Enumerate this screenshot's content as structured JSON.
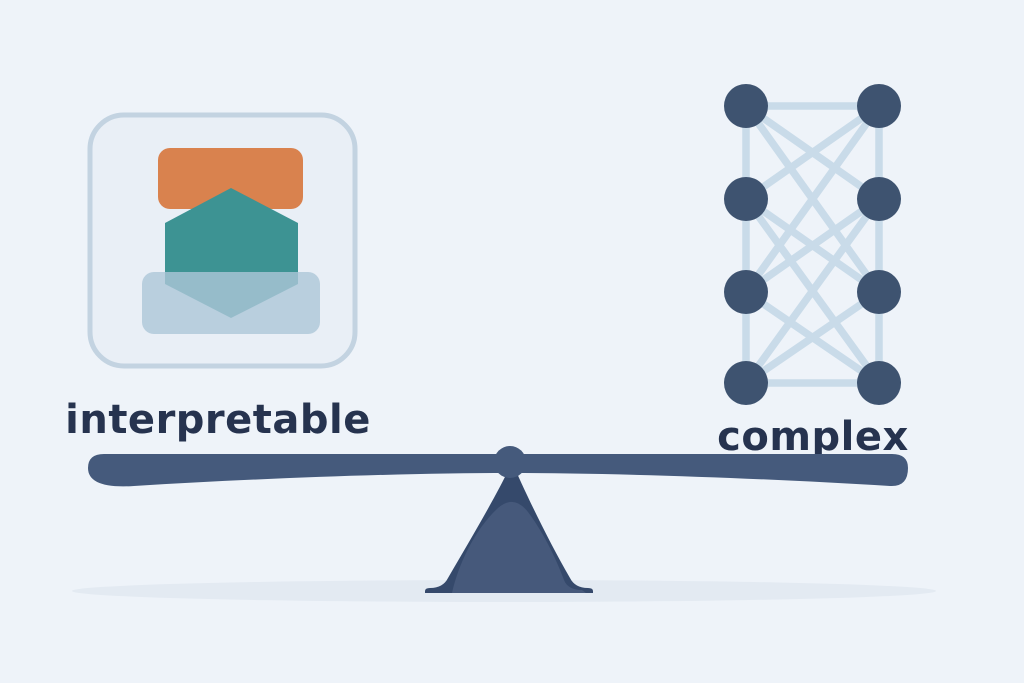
{
  "scene": {
    "title": "interpretable vs complex model balance",
    "background_color": "#eef3f9",
    "ground_shadow_color": "#e3eaf2",
    "left_side": {
      "label": "interpretable",
      "icon": "simple-model-icon",
      "card": {
        "fill": "#e9eff6",
        "border_color": "#c3d3e1"
      },
      "shapes": {
        "top_rectangle_color": "#d9824e",
        "hexagon_color": "#3d9393",
        "bottom_rectangle_color": "rgba(172,199,216,0.8)"
      }
    },
    "right_side": {
      "label": "complex",
      "icon": "neural-network-icon",
      "network": {
        "layers": 2,
        "nodes_per_layer": 4,
        "node_count": 8,
        "node_color": "#3e5370",
        "edge_color": "#c9dbe9",
        "edges": [
          "L1-R1",
          "L4-R4",
          "L1-L2",
          "L2-L3",
          "L3-L4",
          "R1-R2",
          "R2-R3",
          "R3-R4",
          "L1-R2",
          "L1-R3",
          "R1-L2",
          "R1-L3",
          "L2-R3",
          "R2-L3",
          "L2-R4",
          "R2-L4",
          "L3-R4",
          "R3-L4"
        ]
      }
    },
    "balance": {
      "beam_color": "#455a7c",
      "pivot_color": "#455a7c",
      "fulcrum_shadow_color": "#35496b",
      "fulcrum_front_color": "#46597b"
    }
  }
}
